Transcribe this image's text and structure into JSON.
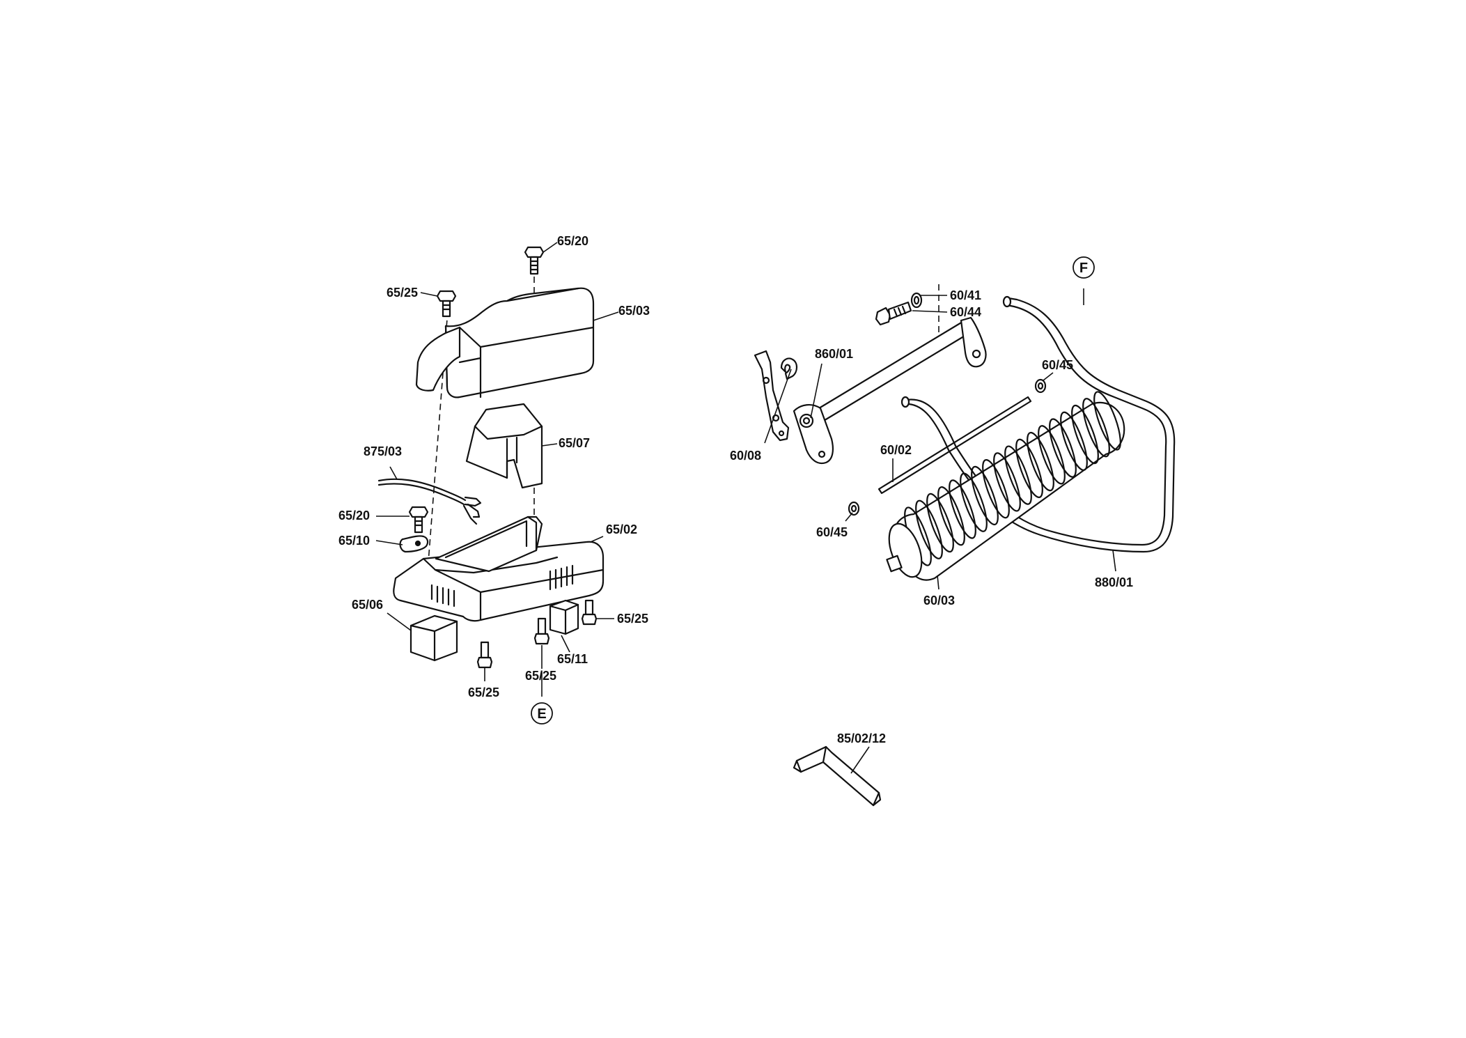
{
  "callouts": {
    "c65_20_top": "65/20",
    "c65_25_top": "65/25",
    "c65_03": "65/03",
    "c65_07": "65/07",
    "c875_03": "875/03",
    "c65_20_mid": "65/20",
    "c65_10": "65/10",
    "c65_02": "65/02",
    "c65_06": "65/06",
    "c65_25_right": "65/25",
    "c65_11": "65/11",
    "c65_25_mid": "65/25",
    "c65_25_bottom": "65/25",
    "c60_41": "60/41",
    "c60_44": "60/44",
    "c860_01": "860/01",
    "c60_45_right": "60/45",
    "c60_08": "60/08",
    "c60_02": "60/02",
    "c60_45_left": "60/45",
    "c60_03": "60/03",
    "c880_01": "880/01",
    "c85_02_12": "85/02/12"
  },
  "reference_markers": {
    "e": "E",
    "f": "F"
  }
}
